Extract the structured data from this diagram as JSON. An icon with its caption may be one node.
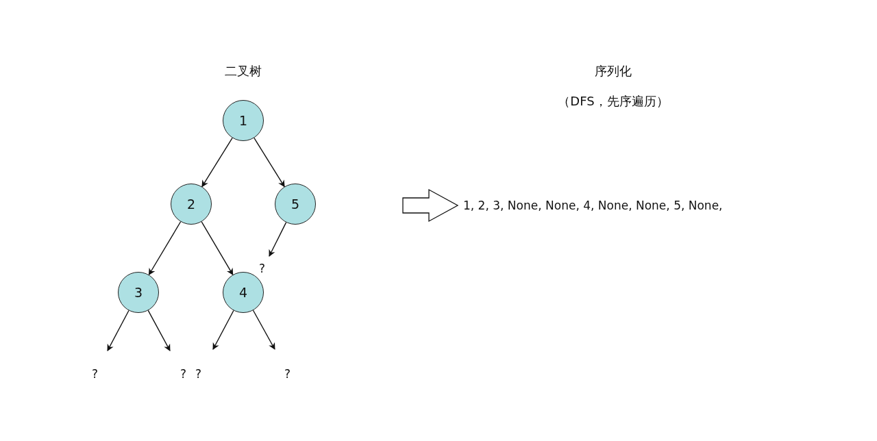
{
  "diagram": {
    "nodes": [
      {
        "text": [
          "1"
        ]
      },
      {
        "text": [
          "2"
        ]
      },
      {
        "text": [
          "5"
        ]
      },
      {
        "text": [
          "?"
        ]
      },
      {
        "text": [
          "3"
        ]
      },
      {
        "text": [
          "4"
        ]
      },
      {
        "text": [
          "?"
        ]
      },
      {
        "text": [
          "?"
        ]
      },
      {
        "text": [
          "?"
        ]
      },
      {
        "text": [
          "?"
        ]
      },
      {
        "text": [
          "1, 2, 3, None, None, 4, None, None, 5, None,"
        ]
      }
    ],
    "edges": [
      {
        "from": 0,
        "to": 1,
        "arrow": "to"
      },
      {
        "from": 0,
        "to": 2,
        "arrow": "to"
      },
      {
        "from": 1,
        "to": 4,
        "arrow": "to"
      },
      {
        "from": 1,
        "to": 5,
        "arrow": "to"
      },
      {
        "from": 2,
        "to": 3,
        "arrow": "to"
      },
      {
        "from": 4,
        "to": 6,
        "arrow": "to"
      },
      {
        "from": 4,
        "to": 7,
        "arrow": "to"
      },
      {
        "from": 5,
        "to": 8,
        "arrow": "to"
      },
      {
        "from": 5,
        "to": 9,
        "arrow": "to"
      },
      {
        "from": null,
        "to": 10,
        "arrow": "to",
        "style": "thick"
      }
    ],
    "labels": [
      "二叉树",
      "序列化",
      "（DFS，先序遍历）"
    ]
  }
}
